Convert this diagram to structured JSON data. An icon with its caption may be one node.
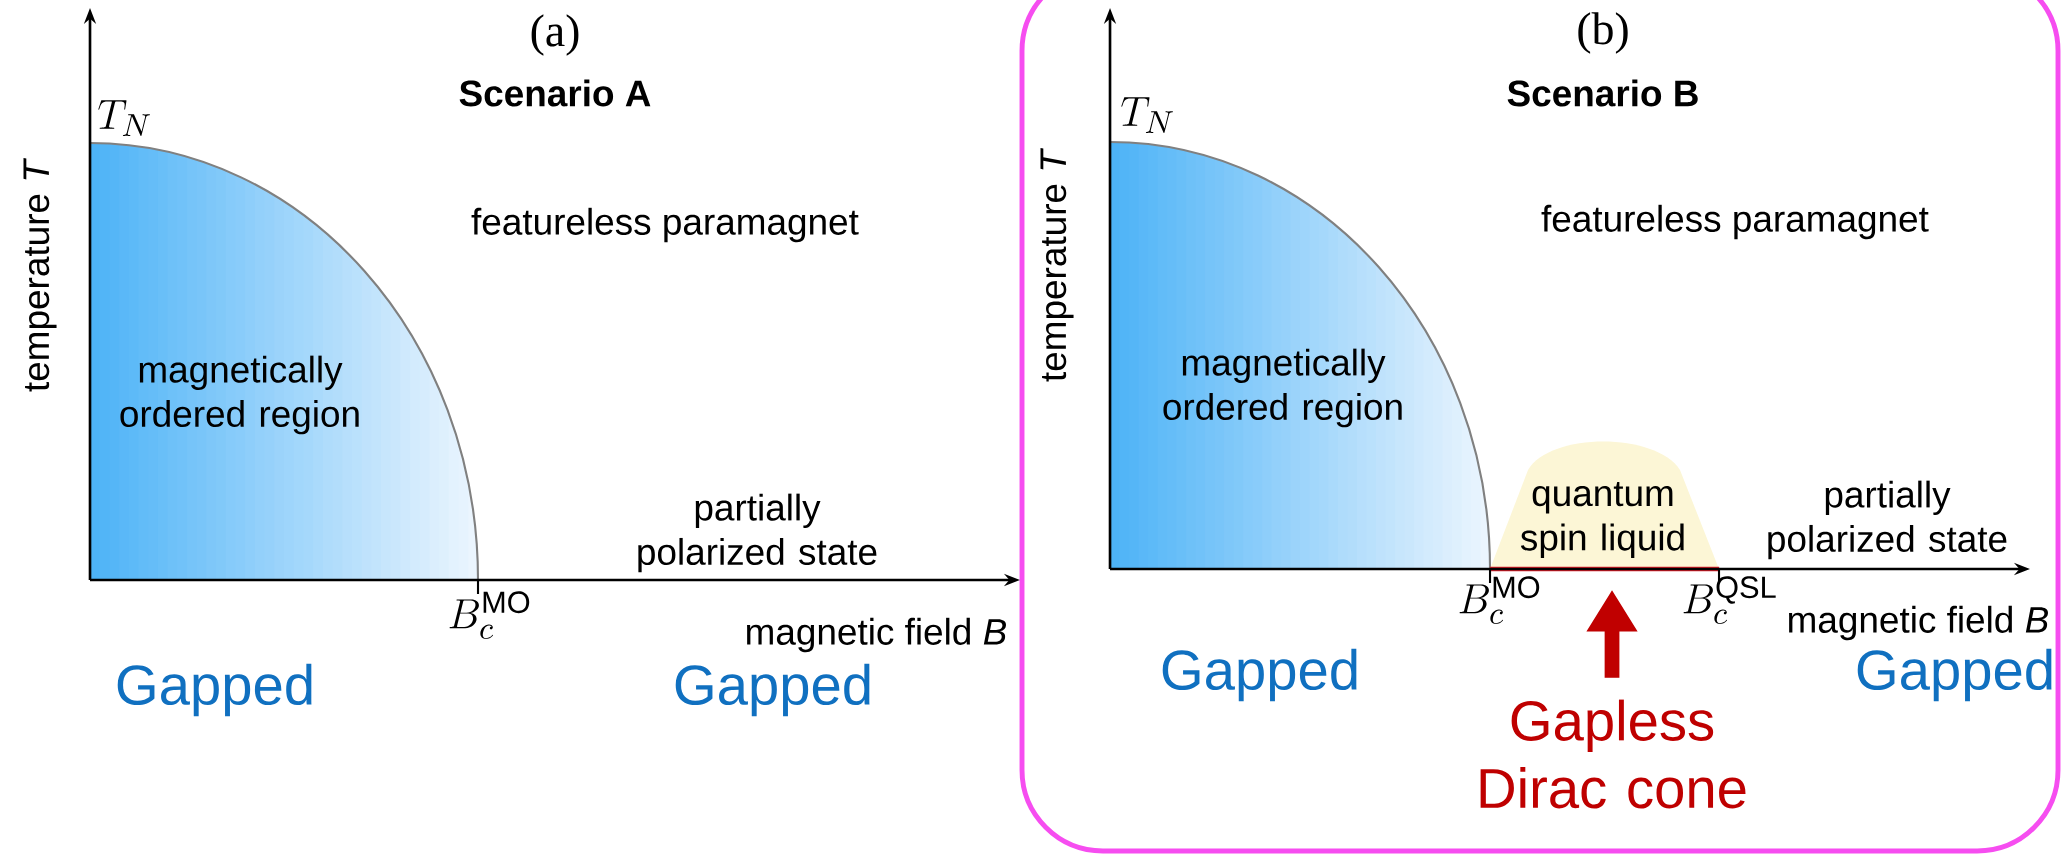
{
  "diagram": {
    "nodes": [
      {
        "text": [
          "magnetically ordered region"
        ]
      },
      {
        "text": [
          "magnetically ordered region"
        ]
      },
      {
        "text": [
          "quantum spin liquid"
        ]
      },
      {
        "text": [],
        "shape": "bar"
      },
      {
        "text": [
          "Gapless Dirac cone"
        ]
      }
    ],
    "edges": [
      {
        "from": 4,
        "to": 3,
        "arrow": "to",
        "color": "#c00000"
      }
    ],
    "labels": [
      "(a)",
      "Scenario A",
      "T_N",
      "temperature *T*",
      "featureless paramagnet",
      "partially polarized state",
      "B_c^{\\mathrm{MO}}",
      "magnetic field *B*",
      "Gapped",
      "Gapped",
      "(b)",
      "Scenario B",
      "T_N",
      "temperature *T*",
      "featureless paramagnet",
      "partially polarized state",
      "B_c^{\\mathrm{MO}}",
      "B_c^{\\mathrm{QSL}}",
      "magnetic field *B*",
      "Gapped",
      "Gapped"
    ]
  }
}
